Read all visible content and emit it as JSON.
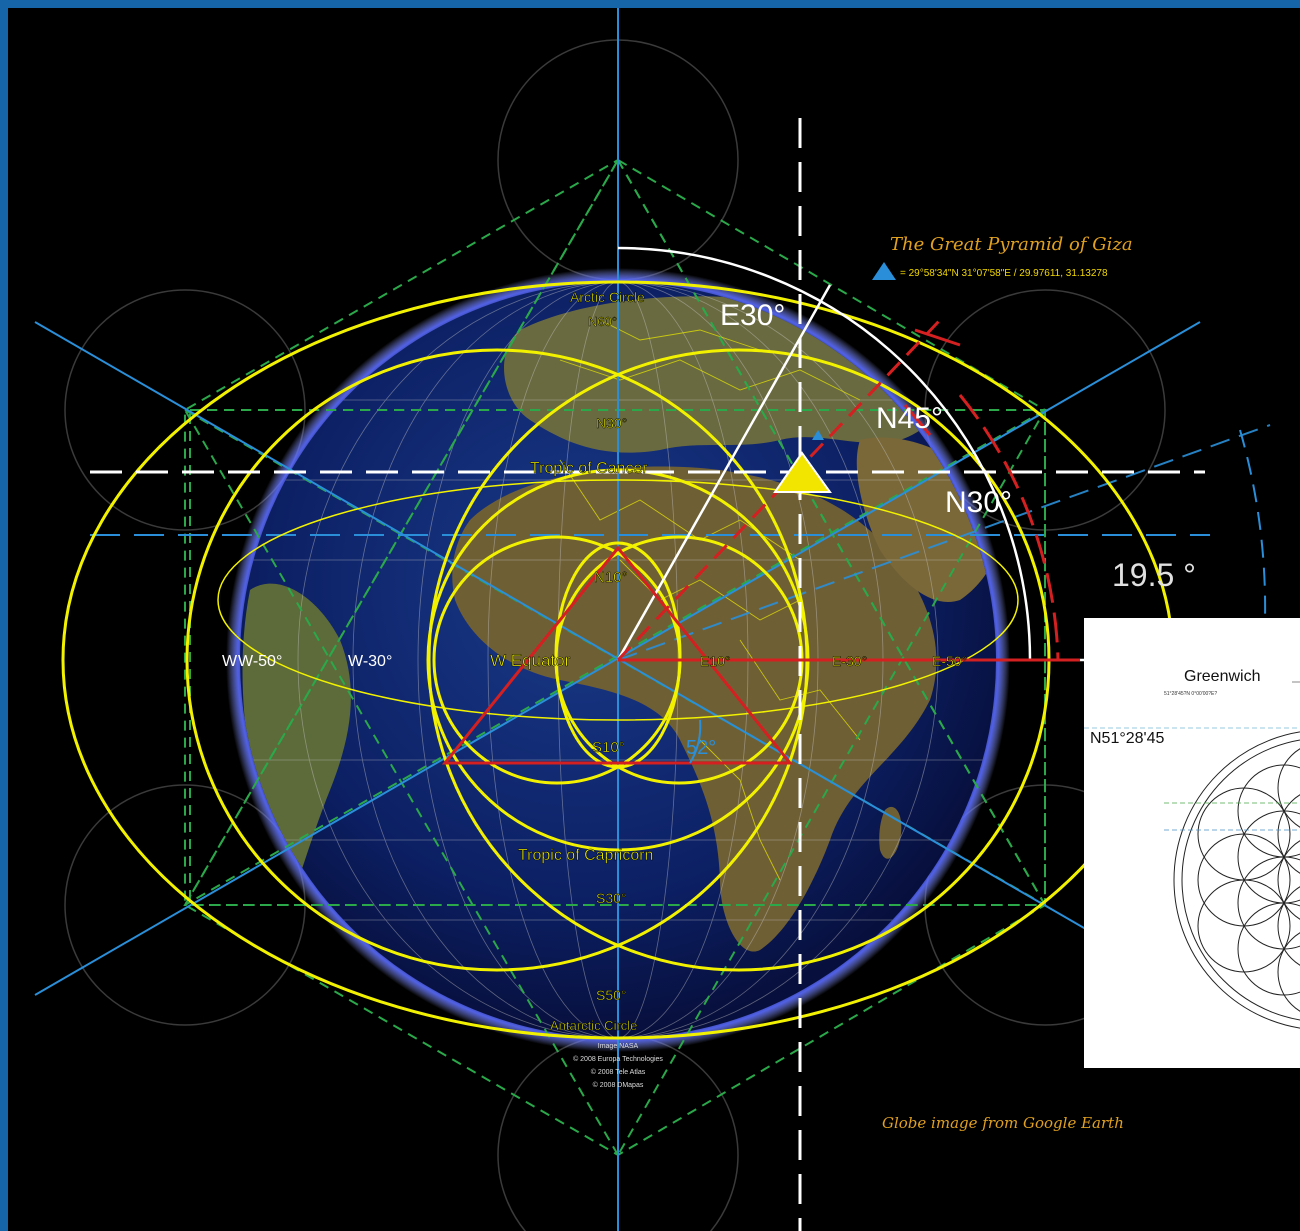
{
  "pyramid": {
    "title": "The Great Pyramid of Giza",
    "coords": "= 29°58'34\"N 31°07'58\"E / 29.97611, 31.13278"
  },
  "labels": {
    "arctic_circle": "Arctic Circle",
    "n60": "N60°",
    "n30": "N30°",
    "tropic_cancer": "Tropic of Cancer",
    "n10": "N10°",
    "equator": "W Equator",
    "s10": "S10°",
    "tropic_capricorn": "Tropic of Capricorn",
    "s30": "S30°",
    "s50": "S50°",
    "antarctic_circle": "Antarctic Circle",
    "w_left": "W",
    "w50": "W-50°",
    "w30": "W-30°",
    "e10": "E10°",
    "e30": "E-30°",
    "e50": "E-50°",
    "angle_e30": "E30°",
    "angle_n45": "N45°",
    "angle_n30": "N30°",
    "angle_195": "19.5 °",
    "angle_52": "52°"
  },
  "earth_credits": [
    "Image NASA",
    "© 2008 Europa Technologies",
    "© 2008 Tele Atlas",
    "© 2008 DMapas"
  ],
  "globe_credit": "Globe image from Google Earth",
  "inset": {
    "greenwich": "Greenwich",
    "greenwich_coords": "51°28'45?N 0°00'00?E?",
    "latitude": "N51°28'45"
  },
  "colors": {
    "frame": "#1565a8",
    "yellow": "#f2f200",
    "blue": "#2a8fd8",
    "red": "#d42020",
    "green": "#2aa84a",
    "ocean": "#0b1f66",
    "land": "#7a6a3a"
  }
}
